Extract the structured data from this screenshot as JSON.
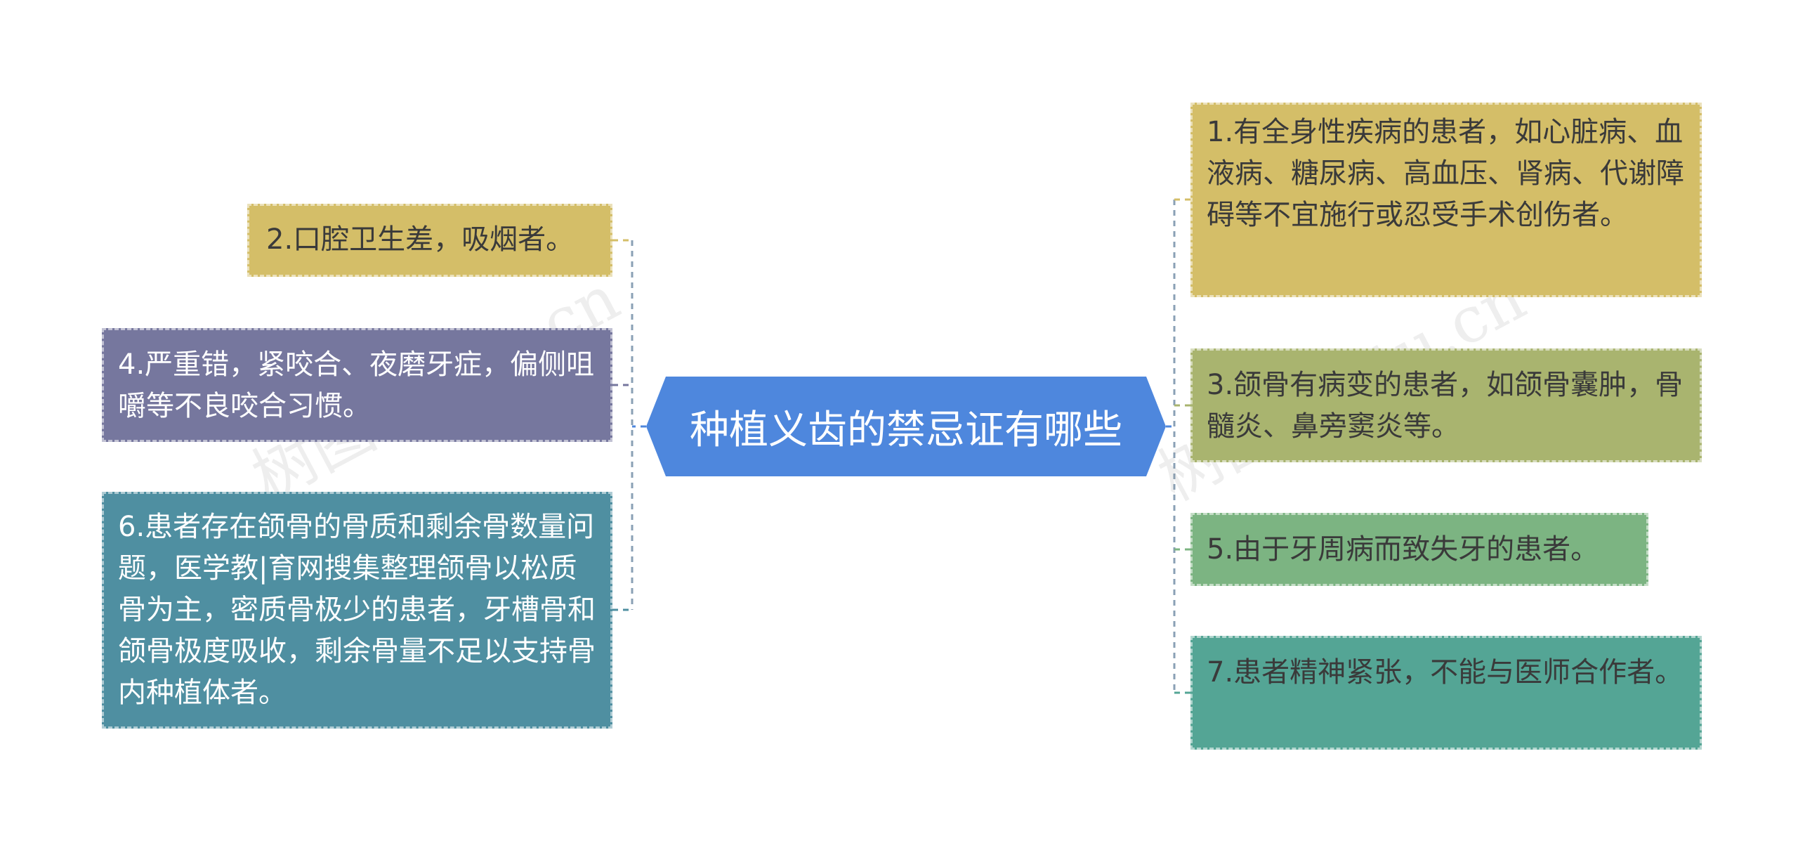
{
  "center": {
    "label": "种植义齿的禁忌证有哪些",
    "color": "#4E87DD"
  },
  "nodes": [
    {
      "id": "n1",
      "label": "1.有全身性疾病的患者，如心脏病、血液病、糖尿病、高血压、肾病、代谢障碍等不宜施行或忍受手术创伤者。",
      "color": "#D4BE68"
    },
    {
      "id": "n2",
      "label": "2.口腔卫生差，吸烟者。",
      "color": "#D4BE68"
    },
    {
      "id": "n3",
      "label": "3.颌骨有病变的患者，如颌骨囊肿，骨髓炎、鼻旁窦炎等。",
      "color": "#A9B46F"
    },
    {
      "id": "n4",
      "label": "4.严重错，紧咬合、夜磨牙症，偏侧咀嚼等不良咬合习惯。",
      "color": "#76779E"
    },
    {
      "id": "n5",
      "label": "5.由于牙周病而致失牙的患者。",
      "color": "#7CB482"
    },
    {
      "id": "n6",
      "label": "6.患者存在颌骨的骨质和剩余骨数量问题，医学教|育网搜集整理颌骨以松质骨为主，密质骨极少的患者，牙槽骨和颌骨极度吸收，剩余骨量不足以支持骨内种植体者。",
      "color": "#4F8FA1"
    },
    {
      "id": "n7",
      "label": "7.患者精神紧张，不能与医师合作者。",
      "color": "#54A595"
    }
  ],
  "watermark": "树图shutu.cn"
}
